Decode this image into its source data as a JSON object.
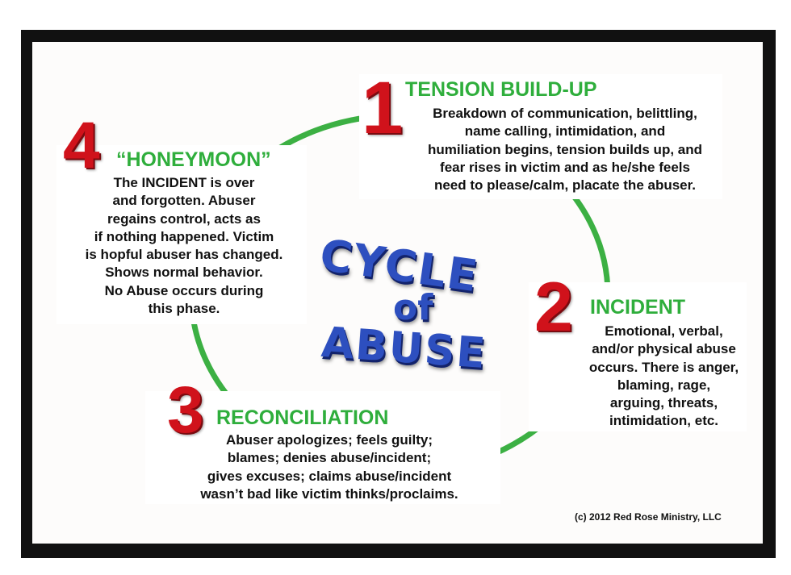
{
  "title": {
    "line1": "CYCLE",
    "line2": "of",
    "line3": "ABUSE"
  },
  "stages": [
    {
      "number": "1",
      "heading": "TENSION BUILD-UP",
      "lines": [
        "Breakdown of communication, belittling,",
        "name calling, intimidation, and",
        "humiliation begins, tension builds up, and",
        "fear rises in victim and as he/she feels",
        "need to please/calm, placate the abuser."
      ]
    },
    {
      "number": "2",
      "heading": "INCIDENT",
      "lines": [
        "Emotional, verbal,",
        "and/or physical abuse",
        "occurs.  There is anger,",
        "blaming, rage,",
        "arguing, threats,",
        "intimidation, etc."
      ]
    },
    {
      "number": "3",
      "heading": "RECONCILIATION",
      "lines": [
        "Abuser apologizes; feels guilty;",
        "blames; denies abuse/incident;",
        "gives excuses; claims abuse/incident",
        "wasn’t bad like victim thinks/proclaims."
      ]
    },
    {
      "number": "4",
      "heading": "“HONEYMOON”",
      "lines": [
        "The INCIDENT is over",
        "and forgotten.  Abuser",
        "regains control, acts as",
        "if nothing happened.  Victim",
        "is hopful abuser has changed.",
        "Shows normal behavior.",
        "No Abuse occurs during",
        "this phase."
      ]
    }
  ],
  "copyright": "(c) 2012 Red Rose Ministry, LLC",
  "colors": {
    "number": "#d0121b",
    "heading": "#2fae3c",
    "title": "#2d4fbf",
    "ring": "#3cb043"
  }
}
